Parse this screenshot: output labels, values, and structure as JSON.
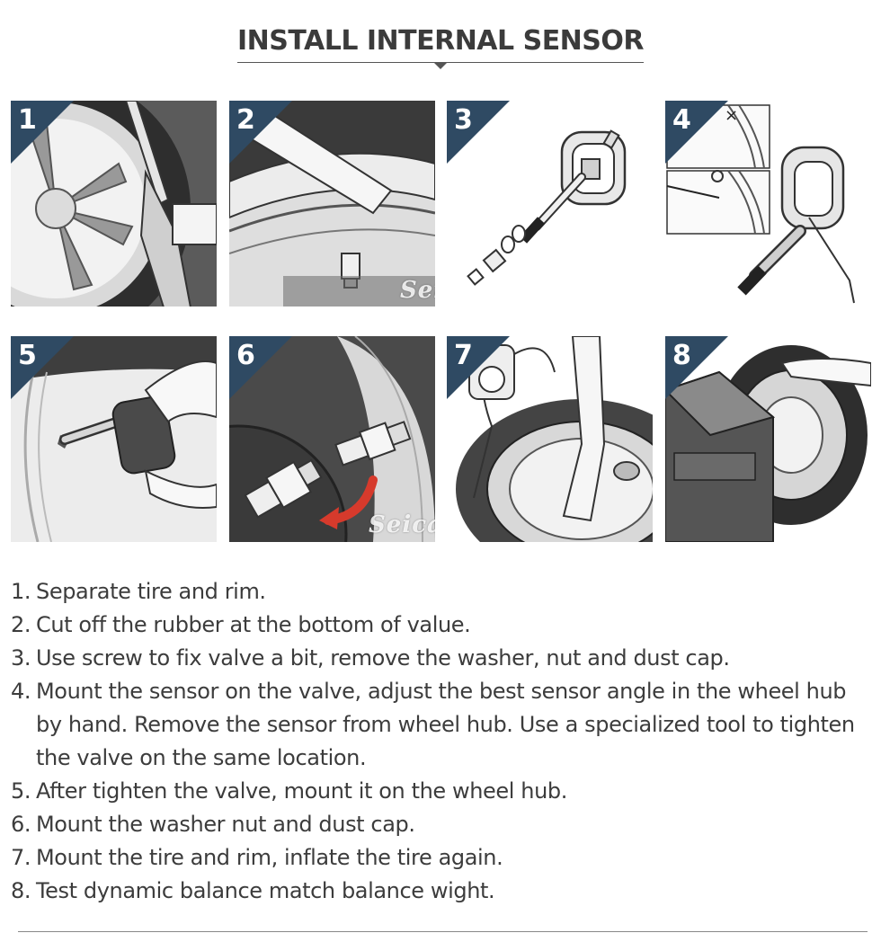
{
  "header": {
    "title": "INSTALL INTERNAL SENSOR"
  },
  "panels": [
    {
      "number": "1"
    },
    {
      "number": "2",
      "watermark": "Seicane"
    },
    {
      "number": "3"
    },
    {
      "number": "4",
      "mark_x": "×"
    },
    {
      "number": "5"
    },
    {
      "number": "6",
      "watermark": "Seicane"
    },
    {
      "number": "7"
    },
    {
      "number": "8"
    }
  ],
  "steps": [
    {
      "num": "1.",
      "text": "Separate tire and rim."
    },
    {
      "num": "2.",
      "text": "Cut off the rubber at the bottom of value."
    },
    {
      "num": "3.",
      "text": "Use screw to fix valve a bit, remove the washer, nut and dust cap."
    },
    {
      "num": "4.",
      "text": "Mount the sensor on the valve, adjust the best sensor angle in the wheel hub by hand. Remove the sensor from wheel hub. Use a specialized tool to tighten the valve on the same location."
    },
    {
      "num": "5.",
      "text": "After tighten the valve, mount it on the wheel hub."
    },
    {
      "num": "6.",
      "text": "Mount the washer nut and dust cap."
    },
    {
      "num": "7.",
      "text": "Mount the tire and rim, inflate the tire again."
    },
    {
      "num": "8.",
      "text": "Test dynamic balance match balance wight."
    }
  ],
  "colors": {
    "badge": "#2f4a63",
    "title": "#3b3b3b",
    "text": "#3c3c3c",
    "arrow": "#d63a2c"
  }
}
